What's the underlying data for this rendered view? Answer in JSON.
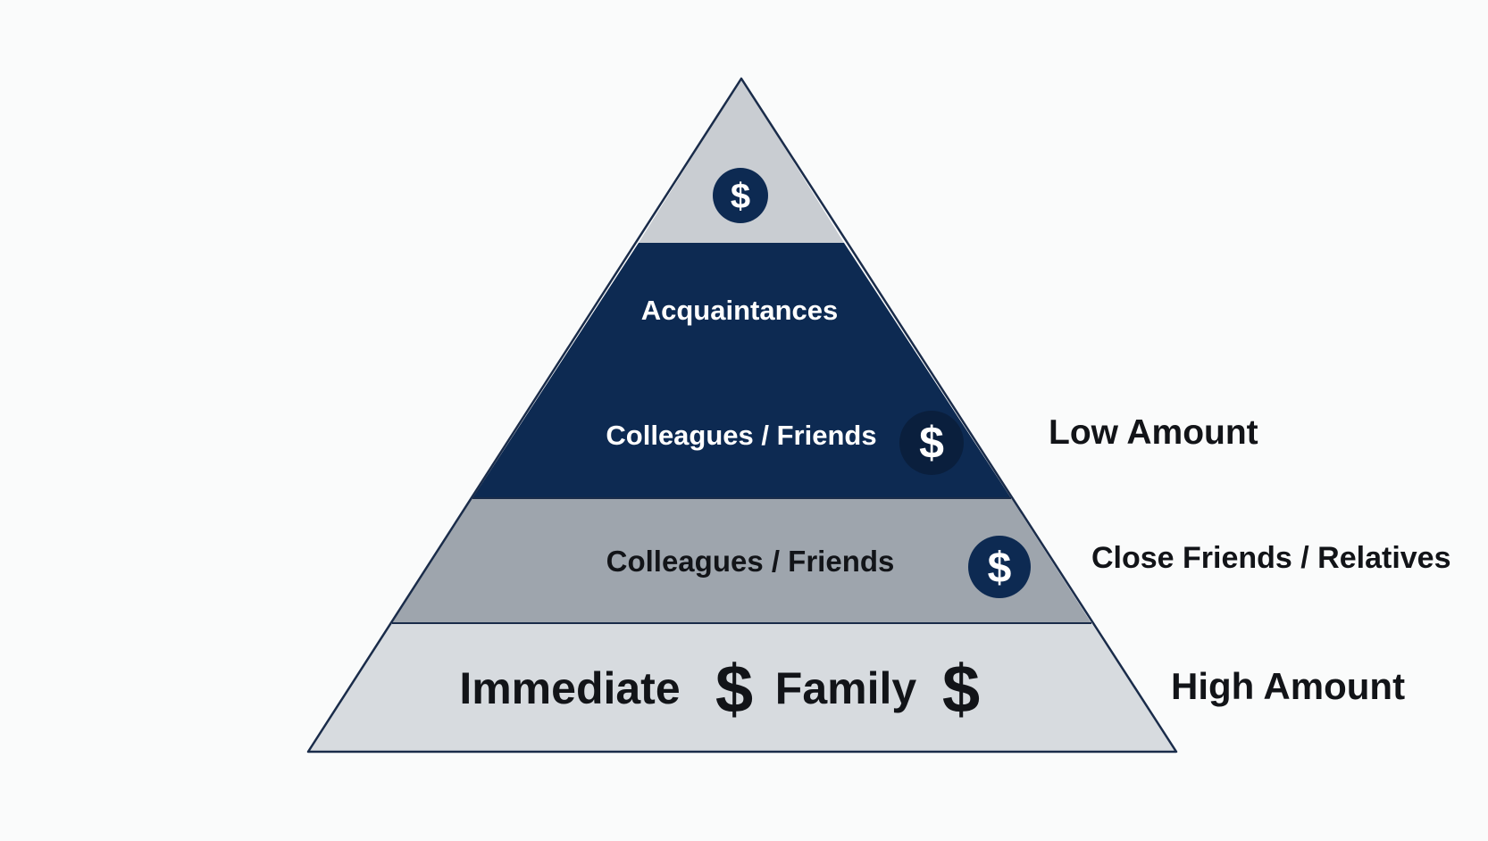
{
  "colors": {
    "background": "#fafbfb",
    "navy": "#0d2a52",
    "top_tier": "#c9cdd2",
    "third_tier": "#9ea5ad",
    "base_tier": "#d7dbdf",
    "outline": "#1a2c4a",
    "dark_text": "#121418",
    "white_text": "#ffffff"
  },
  "pyramid": {
    "tiers": [
      {
        "id": "apex",
        "label": "",
        "icon": "dollar-circle-icon"
      },
      {
        "id": "navy-upper",
        "label": "Acquaintances"
      },
      {
        "id": "navy-lower",
        "label": "Colleagues / Friends",
        "icon": "dollar-circle-icon"
      },
      {
        "id": "grey-middle",
        "label": "Colleagues / Friends",
        "icon": "dollar-circle-icon"
      },
      {
        "id": "base",
        "label_left": "Immediate",
        "label_right": "Family",
        "icons": [
          "dollar-sign-icon",
          "dollar-sign-icon"
        ]
      }
    ],
    "dollar_glyph": "$"
  },
  "side_labels": {
    "low": "Low Amount",
    "middle": "Close Friends / Relatives",
    "high": "High Amount"
  }
}
